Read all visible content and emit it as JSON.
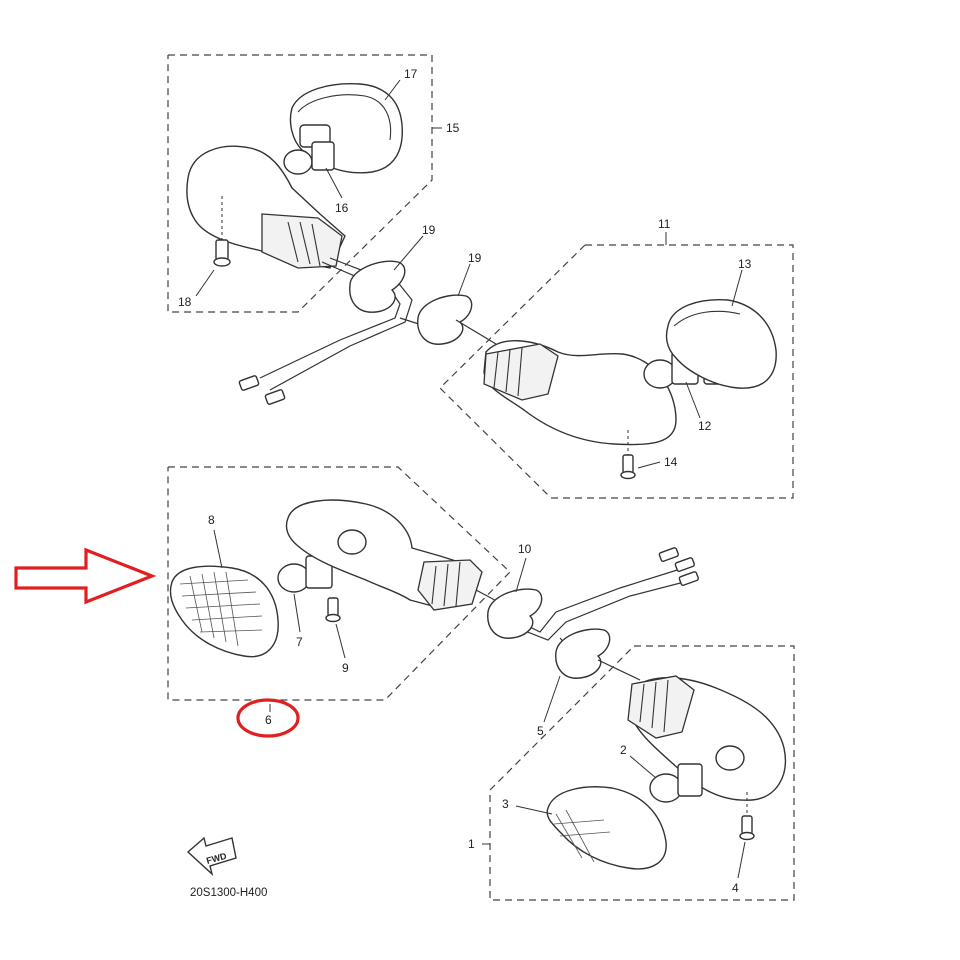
{
  "diagram": {
    "callouts": [
      "1",
      "2",
      "3",
      "4",
      "5",
      "6",
      "7",
      "8",
      "9",
      "10",
      "11",
      "12",
      "13",
      "14",
      "15",
      "16",
      "17",
      "18",
      "19"
    ],
    "callout_19_second": "19",
    "fwd_label": "FWD",
    "drawing_code": "20S1300-H400",
    "annotation": {
      "arrow_color": "#e02020",
      "circle_color": "#e02020",
      "highlighted_part": "6"
    }
  }
}
